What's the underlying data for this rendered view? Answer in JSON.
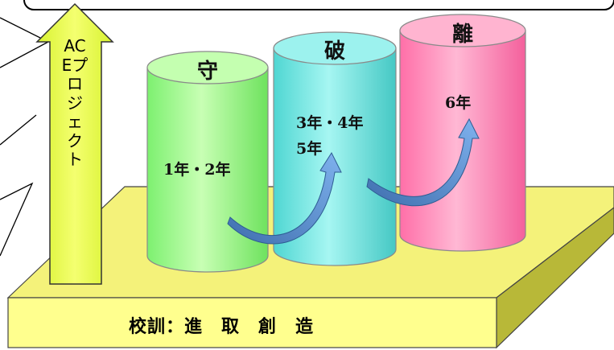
{
  "arrow": {
    "label": "ACEプロジェクト",
    "color": "#ecff4a"
  },
  "pillars": [
    {
      "title": "守",
      "years": "1年・2年",
      "color": "#a4ff90"
    },
    {
      "title": "破",
      "years": "3年・4年",
      "years2": "5年",
      "color": "#78e8e4"
    },
    {
      "title": "離",
      "years": "6年",
      "color": "#ff90bc"
    }
  ],
  "base": {
    "motto": "校訓：進　取　創　造",
    "color": "#ffff8e"
  },
  "flow_arrow_color": "#5a8ed0"
}
